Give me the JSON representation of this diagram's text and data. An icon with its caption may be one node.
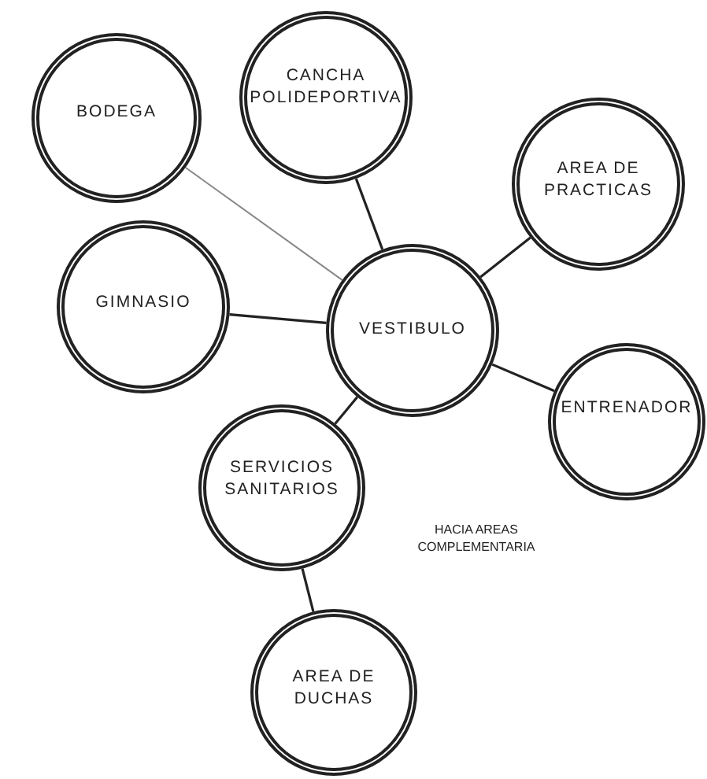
{
  "diagram": {
    "nodes": [
      {
        "text": [
          "BODEGA"
        ]
      },
      {
        "text": [
          "CANCHA POLIDEPORTIVA"
        ]
      },
      {
        "text": [
          "AREA DE PRACTICAS"
        ]
      },
      {
        "text": [
          "GIMNASIO"
        ]
      },
      {
        "text": [
          "VESTIBULO"
        ]
      },
      {
        "text": [
          "ENTRENADOR"
        ]
      },
      {
        "text": [
          "SERVICIOS SANITARIOS"
        ]
      },
      {
        "text": [
          "AREA DE DUCHAS"
        ]
      }
    ],
    "edges": [
      {
        "from": 0,
        "to": 4,
        "arrow": "none",
        "color": "#888888"
      },
      {
        "from": 1,
        "to": 4,
        "arrow": "none"
      },
      {
        "from": 2,
        "to": 4,
        "arrow": "none"
      },
      {
        "from": 3,
        "to": 4,
        "arrow": "none"
      },
      {
        "from": 4,
        "to": 5,
        "arrow": "none"
      },
      {
        "from": 4,
        "to": 6,
        "arrow": "none"
      },
      {
        "from": 6,
        "to": 7,
        "arrow": "none"
      }
    ],
    "labels": [
      "HACIA AREAS COMPLEMENTARIA"
    ]
  }
}
